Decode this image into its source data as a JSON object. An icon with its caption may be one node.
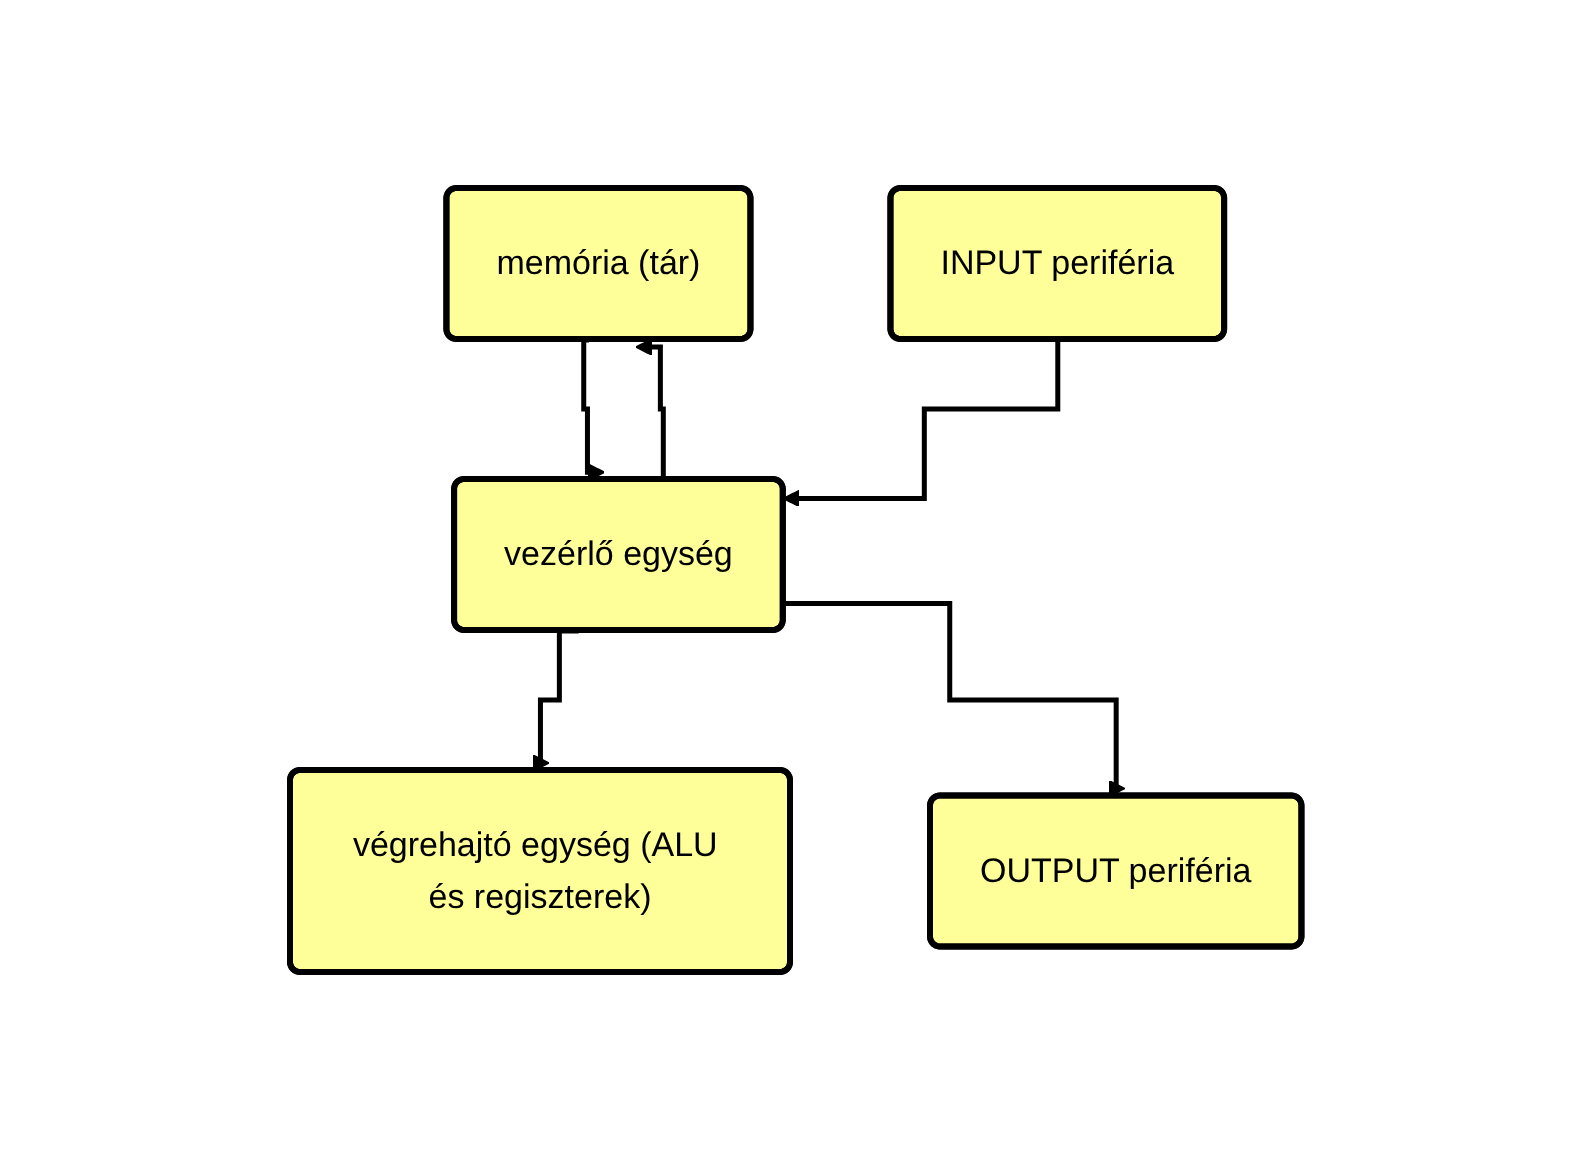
{
  "diagram": {
    "nodes": [
      {
        "text": [
          "memória (tár)"
        ]
      },
      {
        "text": [
          "vezérlő egység"
        ]
      },
      {
        "text": [
          "végrehajtó egység (ALU és regiszterek)"
        ]
      },
      {
        "text": [
          "INPUT periféria"
        ]
      },
      {
        "text": [
          "OUTPUT periféria"
        ]
      }
    ],
    "edges": [
      {
        "from": 1,
        "to": 0,
        "arrow": "to"
      },
      {
        "from": 0,
        "to": 1,
        "arrow": "to"
      },
      {
        "from": 1,
        "to": 2,
        "arrow": "to"
      },
      {
        "from": 3,
        "to": 1,
        "arrow": "to"
      },
      {
        "from": 1,
        "to": 4,
        "arrow": "to"
      }
    ]
  }
}
